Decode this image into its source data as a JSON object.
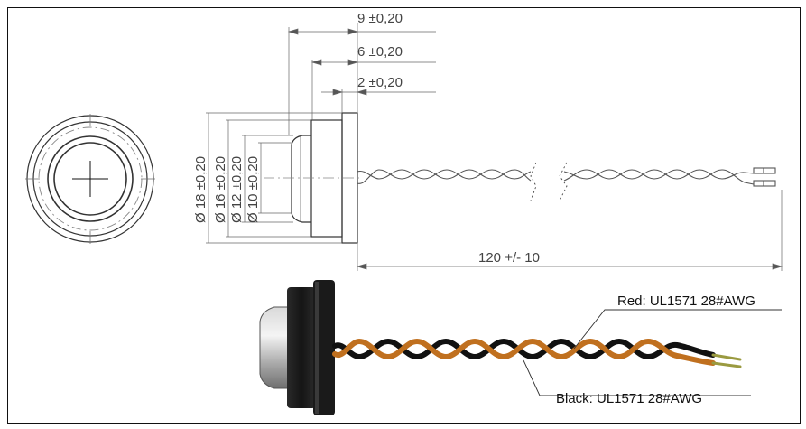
{
  "dimensions": {
    "overall_depth": "9 ±0,20",
    "mid_depth": "6 ±0,20",
    "flange_depth": "2 ±0,20",
    "cable_length": "120 +/- 10",
    "dia_outer": "Ø 18 ±0,20",
    "dia_16": "Ø 16 ±0,20",
    "dia_12": "Ø 12 ±0,20",
    "dia_10": "Ø 10 ±0,20"
  },
  "wires": {
    "red_label": "Red: UL1571 28#AWG",
    "black_label": "Black: UL1571 28#AWG",
    "red_color": "#c0701f",
    "black_color": "#111111"
  }
}
